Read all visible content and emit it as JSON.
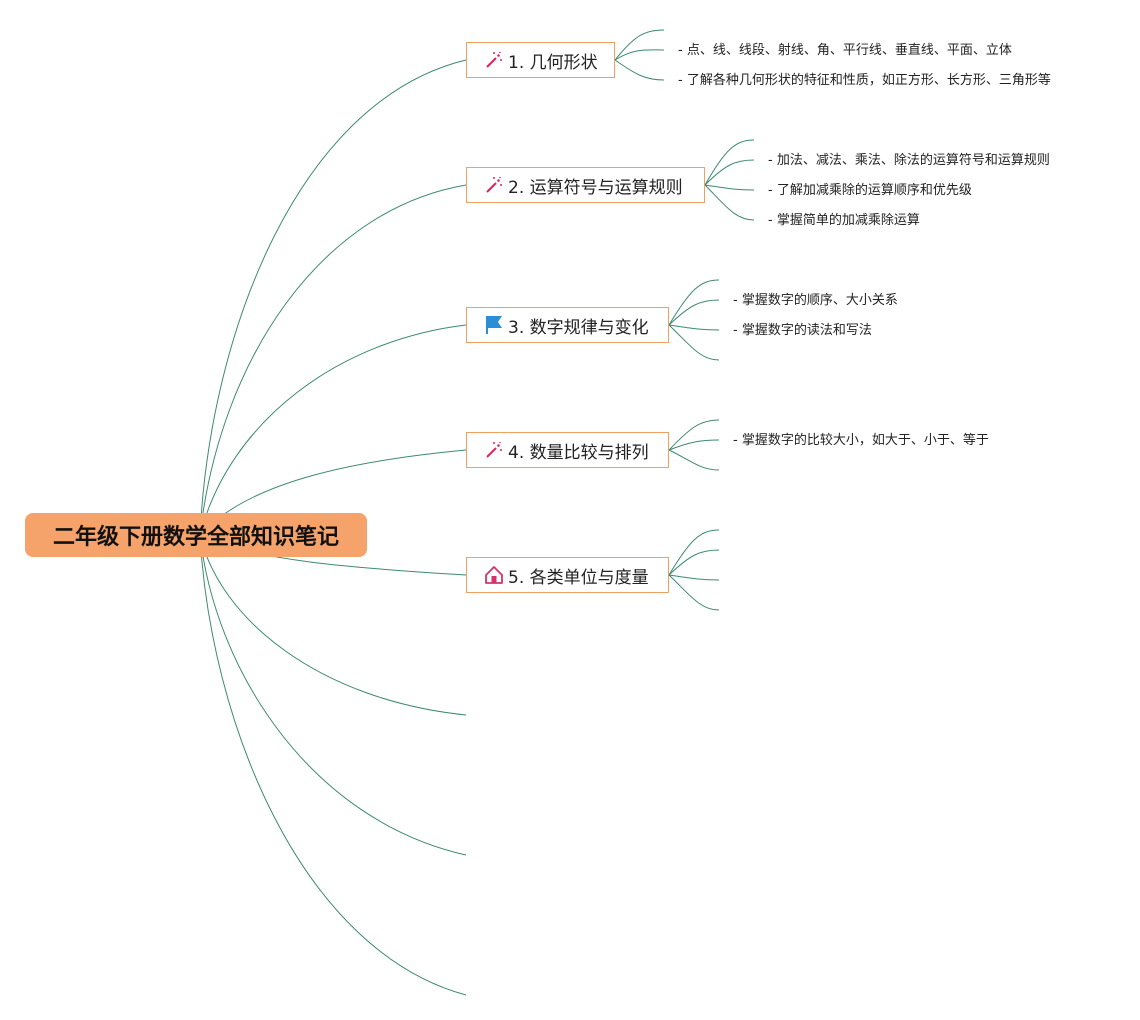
{
  "root": {
    "label": "二年级下册数学全部知识笔记"
  },
  "topics": [
    {
      "label": "1. 几何形状",
      "icon": "magic-wand-icon",
      "items": [
        "- 点、线、线段、射线、角、平行线、垂直线、平面、立体",
        "- 了解各种几何形状的特征和性质，如正方形、长方形、三角形等"
      ]
    },
    {
      "label": "2. 运算符号与运算规则",
      "icon": "magic-wand-icon",
      "items": [
        "- 加法、减法、乘法、除法的运算符号和运算规则",
        "- 了解加减乘除的运算顺序和优先级",
        "- 掌握简单的加减乘除运算"
      ]
    },
    {
      "label": "3. 数字规律与变化",
      "icon": "flag-icon",
      "items": [
        "- 掌握数字的顺序、大小关系",
        "- 掌握数字的读法和写法"
      ]
    },
    {
      "label": "4. 数量比较与排列",
      "icon": "magic-wand-icon",
      "items": [
        "- 掌握数字的比较大小，如大于、小于、等于"
      ]
    },
    {
      "label": "5. 各类单位与度量",
      "icon": "house-icon",
      "items": []
    }
  ],
  "colors": {
    "root_fill": "#f5a36a",
    "topic_border": "#f0a060",
    "connector": "#3d8a6e",
    "wand": "#e0245e",
    "flag": "#2b8fd6",
    "house": "#d6336c"
  }
}
